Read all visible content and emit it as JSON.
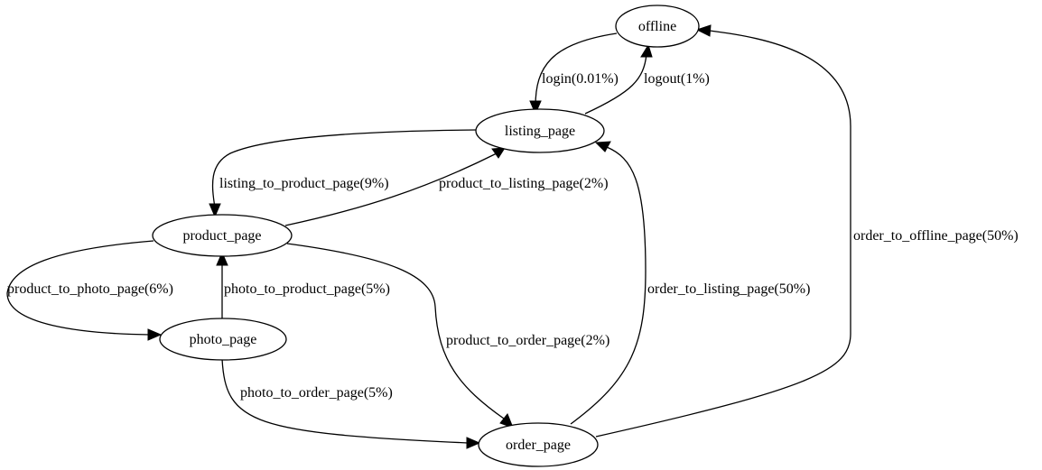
{
  "nodes": {
    "offline": "offline",
    "listing_page": "listing_page",
    "product_page": "product_page",
    "photo_page": "photo_page",
    "order_page": "order_page"
  },
  "edges": {
    "login": "login(0.01%)",
    "logout": "logout(1%)",
    "listing_to_product_page": "listing_to_product_page(9%)",
    "product_to_listing_page": "product_to_listing_page(2%)",
    "product_to_photo_page": "product_to_photo_page(6%)",
    "photo_to_product_page": "photo_to_product_page(5%)",
    "product_to_order_page": "product_to_order_page(2%)",
    "photo_to_order_page": "photo_to_order_page(5%)",
    "order_to_listing_page": "order_to_listing_page(50%)",
    "order_to_offline_page": "order_to_offline_page(50%)"
  }
}
